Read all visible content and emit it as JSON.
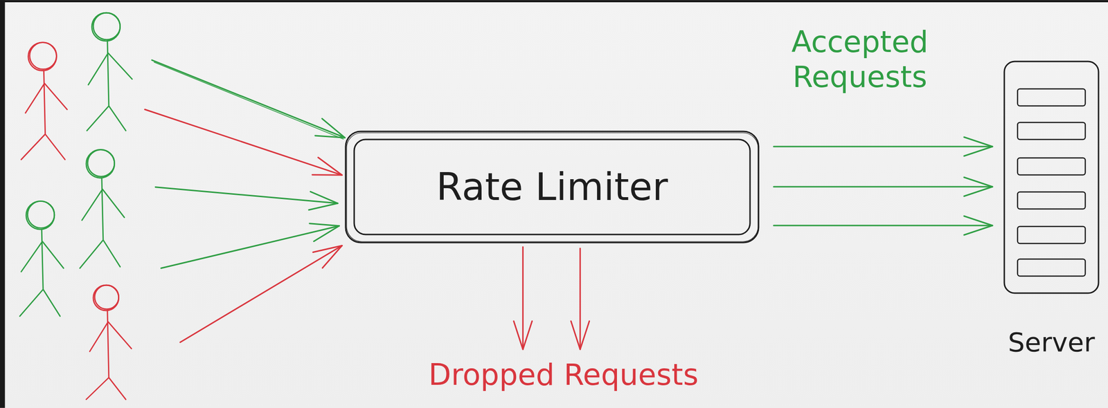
{
  "diagram": {
    "nodes": [
      {
        "text": [
          "Rate Limiter"
        ]
      },
      {
        "text": [
          "Server"
        ]
      }
    ],
    "edges": [
      {
        "from": 0,
        "to": 1,
        "arrow": "to"
      },
      {
        "from": 0,
        "to": 1,
        "arrow": "to"
      },
      {
        "from": 0,
        "to": 1,
        "arrow": "to"
      }
    ],
    "labels": [
      "Accepted Requests",
      "Dropped Requests"
    ]
  }
}
